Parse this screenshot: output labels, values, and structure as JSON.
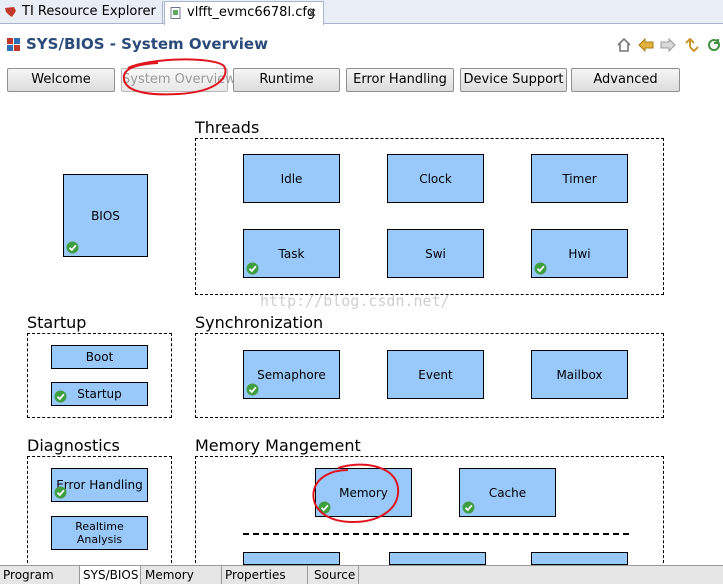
{
  "editor_tabs": [
    {
      "label": "TI Resource Explorer",
      "icon": "ti-logo-icon"
    },
    {
      "label": "vlfft_evmc6678l.cfg",
      "icon": "cfg-file-icon",
      "close": "✕"
    }
  ],
  "header": {
    "title": "SYS/BIOS - System Overview",
    "nav_icons": [
      "home-icon",
      "back-icon",
      "forward-icon",
      "sync-icon",
      "refresh-icon"
    ]
  },
  "toolbar": [
    "Welcome",
    "System Overview",
    "Runtime",
    "Error Handling",
    "Device Support",
    "Advanced"
  ],
  "sections": {
    "threads": {
      "title": "Threads",
      "modules": [
        "Idle",
        "Clock",
        "Timer",
        "Task",
        "Swi",
        "Hwi"
      ]
    },
    "bios": {
      "label": "BIOS"
    },
    "startup": {
      "title": "Startup",
      "modules": [
        "Boot",
        "Startup"
      ]
    },
    "synchronization": {
      "title": "Synchronization",
      "modules": [
        "Semaphore",
        "Event",
        "Mailbox"
      ]
    },
    "diagnostics": {
      "title": "Diagnostics",
      "modules": [
        "Error Handling",
        "Realtime Analysis"
      ]
    },
    "memory": {
      "title": "Memory Mangement",
      "modules": [
        "Memory",
        "Cache"
      ]
    }
  },
  "watermark": "http://blog.csdn.net/",
  "bottom_tabs": [
    "Program",
    "SYS/BIOS",
    "Memory",
    "Properties",
    "Source"
  ],
  "colors": {
    "module_fill": "#99c9fb",
    "title": "#2a4a7a",
    "annotation": "#e0141e",
    "check": "#3f9e3f"
  }
}
